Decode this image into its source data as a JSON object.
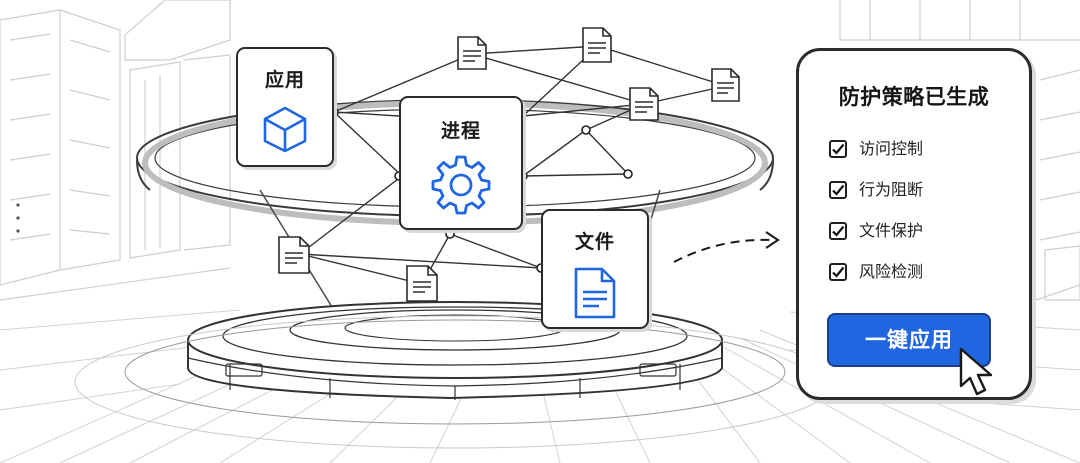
{
  "nodes": {
    "app": {
      "title": "应用",
      "icon": "cube-icon"
    },
    "process": {
      "title": "进程",
      "icon": "gear-icon"
    },
    "file": {
      "title": "文件",
      "icon": "document-icon"
    }
  },
  "policy_panel": {
    "title": "防护策略已生成",
    "items": [
      {
        "label": "访问控制",
        "checked": true
      },
      {
        "label": "行为阻断",
        "checked": true
      },
      {
        "label": "文件保护",
        "checked": true
      },
      {
        "label": "风险检测",
        "checked": true
      }
    ],
    "apply_button": "一键应用"
  },
  "colors": {
    "accent": "#1f66e0",
    "outline": "#2b2b2b",
    "line": "#9a9a9a"
  },
  "icons": [
    "cube-icon",
    "gear-icon",
    "document-icon",
    "check-icon",
    "arrow-icon",
    "cursor-icon"
  ]
}
